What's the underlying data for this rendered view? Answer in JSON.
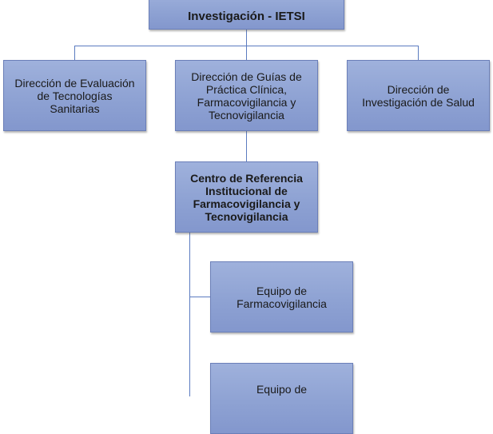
{
  "org_chart": {
    "root": {
      "label": "Investigación - IETSI"
    },
    "directorates": [
      {
        "label": "Dirección de Evaluación\nde Tecnologías\nSanitarias"
      },
      {
        "label": "Dirección de Guías  de\nPráctica Clínica,\nFarmacovigilancia y\nTecnovigilancia"
      },
      {
        "label": "Dirección de\nInvestigación  de Salud"
      }
    ],
    "center": {
      "label": "Centro de Referencia\nInstitucional  de\nFarmacovigilancia y\nTecnovigilancia"
    },
    "teams": [
      {
        "label": "Equipo de\nFarmacovigilancia"
      },
      {
        "label": "Equipo  de"
      }
    ]
  }
}
